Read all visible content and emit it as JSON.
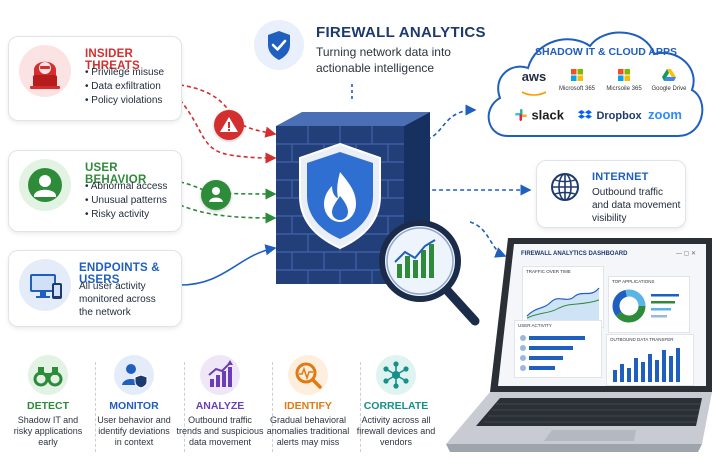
{
  "header": {
    "title": "FIREWALL ANALYTICS",
    "subtitle_line1": "Turning network data into",
    "subtitle_line2": "actionable intelligence"
  },
  "left_cards": {
    "insider": {
      "title": "INSIDER THREATS",
      "items": [
        "Privilege misuse",
        "Data exfiltration",
        "Policy violations"
      ],
      "color": "#d32f2f"
    },
    "behavior": {
      "title": "USER BEHAVIOR",
      "items": [
        "Abnormal access",
        "Unusual patterns",
        "Risky activity"
      ],
      "color": "#2e8b3a"
    },
    "endpoints": {
      "title": "ENDPOINTS & USERS",
      "lines": [
        "All user activity",
        "monitored across",
        "the network"
      ],
      "color": "#1f5fbf"
    }
  },
  "cloud": {
    "title": "SHADOW IT & CLOUD APPS",
    "apps": [
      "aws",
      "Microsoft 365",
      "Micrsoile 365",
      "Google Drive",
      "slack",
      "Dropbox",
      "zoom"
    ]
  },
  "internet": {
    "title": "INTERNET",
    "lines": [
      "Outbound traffic",
      "and data movement",
      "visibility"
    ]
  },
  "dashboard": {
    "title": "FIREWALL ANALYTICS DASHBOARD",
    "panel1": "TRAFFIC OVER TIME",
    "panel2": "TOP APPLICATIONS",
    "panel3": "USER ACTIVITY",
    "panel4": "OUTBOUND DATA TRANSFER"
  },
  "features": [
    {
      "title": "DETECT",
      "lines": [
        "Shadow IT and",
        "risky applications",
        "early"
      ],
      "color": "#2e8b3a"
    },
    {
      "title": "MONITOR",
      "lines": [
        "User behavior and",
        "identify deviations",
        "in context"
      ],
      "color": "#1f5fbf"
    },
    {
      "title": "ANALYZE",
      "lines": [
        "Outbound traffic",
        "trends and suspicious",
        "data movement"
      ],
      "color": "#6a3fb5"
    },
    {
      "title": "IDENTIFY",
      "lines": [
        "Gradual behavioral",
        "anomalies traditional",
        "alerts may miss"
      ],
      "color": "#e07a12"
    },
    {
      "title": "CORRELATE",
      "lines": [
        "Activity across all",
        "firewall devices and",
        "vendors"
      ],
      "color": "#17908a"
    }
  ],
  "colors": {
    "navy": "#1d3a6e",
    "blue": "#1f5fbf",
    "red": "#d32f2f",
    "green": "#2e8b3a"
  }
}
